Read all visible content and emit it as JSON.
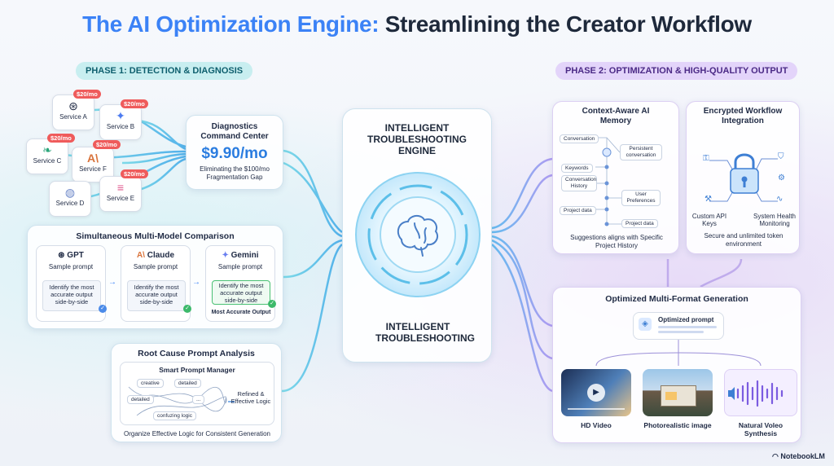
{
  "header": {
    "title_part1": "The AI Optimization Engine:",
    "title_part2": "Streamlining the Creator Workflow"
  },
  "phases": {
    "phase1": "PHASE 1: DETECTION & DIAGNOSIS",
    "phase2": "PHASE 2: OPTIMIZATION & HIGH-QUALITY OUTPUT"
  },
  "services": [
    {
      "name": "Service A",
      "price": "$20/mo",
      "icon": "openai-icon"
    },
    {
      "name": "Service B",
      "price": "$20/mo",
      "icon": "sparkle-icon"
    },
    {
      "name": "Service C",
      "price": "$20/mo",
      "icon": "leaf-icon"
    },
    {
      "name": "Service F",
      "price": "$20/mo",
      "icon": "anthropic-icon"
    },
    {
      "name": "Service E",
      "price": "$20/mo",
      "icon": "stack-icon"
    },
    {
      "name": "Service D",
      "price": "",
      "icon": "shell-icon"
    }
  ],
  "diagnostics": {
    "title": "Diagnostics Command Center",
    "price": "$9.90/mo",
    "subtitle": "Eliminating the $100/mo Fragmentation Gap"
  },
  "comparison": {
    "title": "Simultaneous Multi-Model Comparison",
    "models": [
      {
        "name": "GPT",
        "prompt": "Sample prompt",
        "output": "Identify the most accurate output side-by-side"
      },
      {
        "name": "Claude",
        "prompt": "Sample prompt",
        "output": "Identify the most accurate output side-by-side"
      },
      {
        "name": "Gemini",
        "prompt": "Sample prompt",
        "output": "Identify the most accurate output side-by-side"
      }
    ],
    "best_label": "Most Accurate Output"
  },
  "root_cause": {
    "title": "Root Cause Prompt Analysis",
    "manager": "Smart Prompt Manager",
    "tags": [
      "creative",
      "detailed",
      "detailed",
      "...",
      "confuzing logic"
    ],
    "result": "Refined & Effective Logic",
    "caption": "Organize Effective Logic for Consistent Generation"
  },
  "engine": {
    "top": "INTELLIGENT TROUBLESHOOTING ENGINE",
    "bottom": "INTELLIGENT TROUBLESHOOTING"
  },
  "memory": {
    "title": "Context-Aware AI Memory",
    "left_tags": [
      "Conversation",
      "Keywords",
      "Conversation History",
      "Project data"
    ],
    "right_tags": [
      "Persistent conversation",
      "User Preferences",
      "Project data"
    ],
    "caption": "Suggestions aligns with Specific Project History"
  },
  "encrypted": {
    "title": "Encrypted Workflow Integration",
    "label_left": "Custom API Keys",
    "label_right": "System Health Monitoring",
    "caption": "Secure and unlimited token environment"
  },
  "generation": {
    "title": "Optimized Multi-Format Generation",
    "prompt": "Optimized prompt",
    "outputs": [
      "HD Video",
      "Photorealistic image",
      "Natural Voleo Synthesis"
    ]
  },
  "footer": {
    "brand": "NotebookLM"
  }
}
